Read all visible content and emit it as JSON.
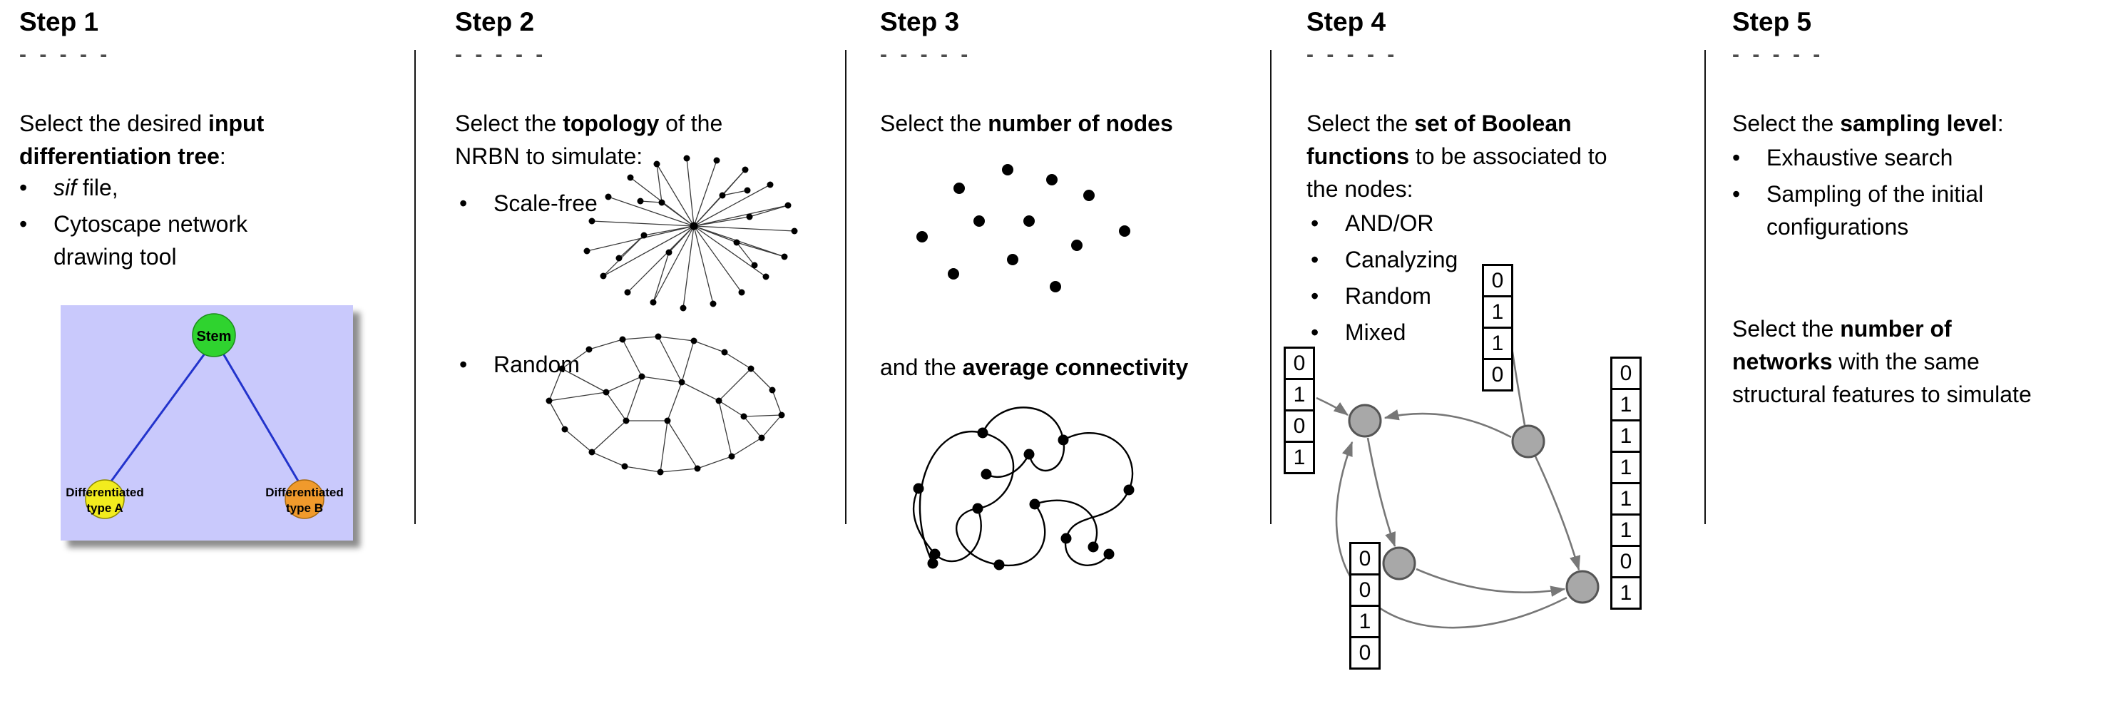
{
  "bullet_char": "•",
  "colors": {
    "tree_bg": "#c9c9fc",
    "stem": "#2fd32f",
    "type_a": "#f2ec1e",
    "type_b": "#f09a2c",
    "tree_edge": "#2233cc",
    "gray_node": "#a8a8a8"
  },
  "steps": {
    "s1": {
      "title": "Step 1",
      "dashes": "- - - - -",
      "p1_l1_pre": "Select the desired ",
      "p1_l1_bold": "input",
      "p1_l2_bold": "differentiation tree",
      "p1_l2_rest": ":",
      "b1_italic": "sif",
      "b1_rest": " file,",
      "b2": "Cytoscape network drawing tool",
      "tree": {
        "stem": "Stem",
        "a1": "Differentiated",
        "a2": "type A",
        "b1": "Differentiated",
        "b2": "type B"
      }
    },
    "s2": {
      "title": "Step 2",
      "dashes": "- - - - -",
      "p1_l1_pre": "Select the ",
      "p1_l1_bold": "topology",
      "p1_l1_rest": " of the",
      "p1_l2": "NRBN to simulate:",
      "b1": "Scale-free",
      "b2": "Random"
    },
    "s3": {
      "title": "Step 3",
      "dashes": "- - - - -",
      "p1_pre": "Select the ",
      "p1_bold": "number of nodes",
      "p2_pre": "and the ",
      "p2_bold": "average connectivity"
    },
    "s4": {
      "title": "Step 4",
      "dashes": "- - - - -",
      "p1_l1_pre": "Select the ",
      "p1_l1_bold": "set of Boolean",
      "p1_l2_bold": "functions",
      "p1_l2_rest": " to be associated to",
      "p1_l3": "the nodes:",
      "bullets": [
        "AND/OR",
        "Canalyzing",
        "Random",
        "Mixed"
      ],
      "tables": {
        "left": [
          "0",
          "1",
          "0",
          "1"
        ],
        "top": [
          "0",
          "1",
          "1",
          "0"
        ],
        "bottom": [
          "0",
          "0",
          "1",
          "0"
        ],
        "right": [
          "0",
          "1",
          "1",
          "1",
          "1",
          "1",
          "0",
          "1"
        ]
      }
    },
    "s5": {
      "title": "Step 5",
      "dashes": "- - - - -",
      "p1_pre": "Select the ",
      "p1_bold": "sampling level",
      "p1_rest": ":",
      "b1": "Exhaustive search",
      "b2": "Sampling of the initial configurations",
      "p2_l1_pre": "Select the ",
      "p2_l1_bold": "number of",
      "p2_l2_bold": "networks",
      "p2_l2_rest": " with the same",
      "p2_l3": "structural features to simulate"
    }
  }
}
